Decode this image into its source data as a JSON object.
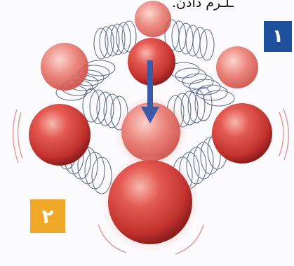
{
  "caption_fragment": "ـلـرم دادن.",
  "labels": {
    "panel_1": "۱",
    "panel_2": "۲"
  },
  "colors": {
    "badge_1": "#1e4f9c",
    "badge_2": "#f0a828",
    "sphere": "#d43a36",
    "spring": "#4a5a78",
    "arrow": "#3a5aa8"
  },
  "icons": {
    "arrow": "down-arrow-icon"
  }
}
